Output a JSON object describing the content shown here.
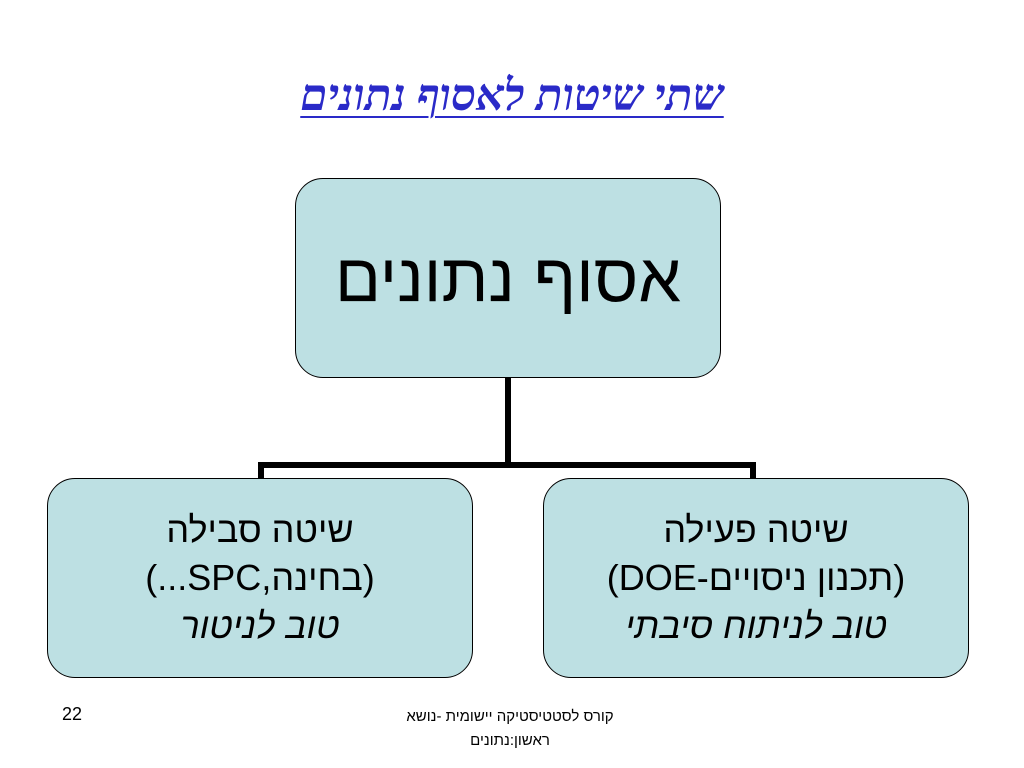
{
  "title": "שתי שיטות לאסוף נתונים",
  "root": {
    "label": "אסוף נתונים"
  },
  "children": {
    "right": {
      "line1": "שיטה פעילה",
      "line2": "(תכנון ניסויים-DOE)",
      "line3": "טוב לניתוח סיבתי"
    },
    "left": {
      "line1": "שיטה סבילה",
      "line2": "(בחינה,SPC...)",
      "line3": "טוב לניטור"
    }
  },
  "footer": {
    "slide_number": "22",
    "line1": "קורס לסטטיסטיקה יישומית  -נושא",
    "line2": "ראשון:נתונים"
  },
  "colors": {
    "title": "#2a2ac8",
    "node_fill": "#bde0e3",
    "connector": "#000000"
  }
}
